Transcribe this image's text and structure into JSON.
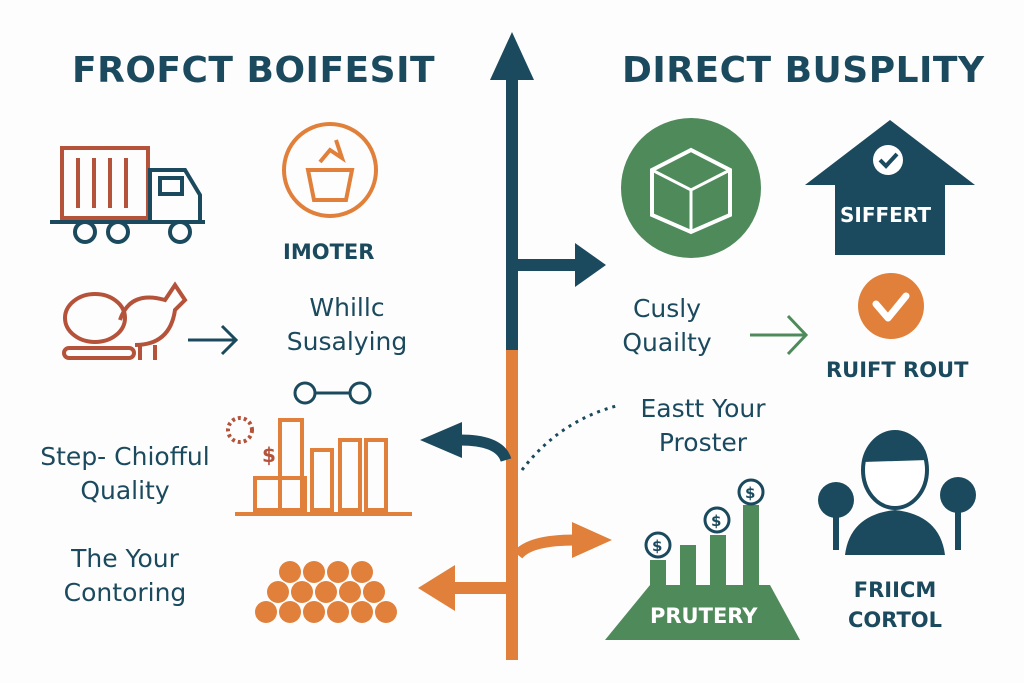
{
  "colors": {
    "navy": "#1b4a5e",
    "orange": "#e0803a",
    "green": "#4f8a5b",
    "rust": "#b5523a"
  },
  "left": {
    "heading": "FROFCT BOIFESIT",
    "items": [
      {
        "icon": "truck-icon",
        "label": "IMOTER",
        "icon2": "basket-icon"
      },
      {
        "icon": "chicken-icon",
        "label_line1": "Whillc",
        "label_line2": "Susalying"
      },
      {
        "icon": "factory-icon",
        "label_line1": "Step- Chiofful",
        "label_line2": "Quality"
      },
      {
        "icon": "logs-icon",
        "label_line1": "The Your",
        "label_line2": "Contoring"
      }
    ]
  },
  "right": {
    "heading": "DIRECT BUSPLITY",
    "items": [
      {
        "icon": "package-icon"
      },
      {
        "icon": "house-check-icon",
        "label": "SIFFERT"
      },
      {
        "label_line1": "Cusly",
        "label_line2": "Quailty"
      },
      {
        "icon": "check-circle-icon",
        "label": "RUIFT ROUT"
      },
      {
        "label_line1": "Eastt Your",
        "label_line2": "Proster"
      },
      {
        "icon": "coin-stacks-icon",
        "label": "PRUTERY"
      },
      {
        "icon": "person-icon",
        "label_line1": "FRIICM",
        "label_line2": "CORTOL"
      }
    ]
  }
}
